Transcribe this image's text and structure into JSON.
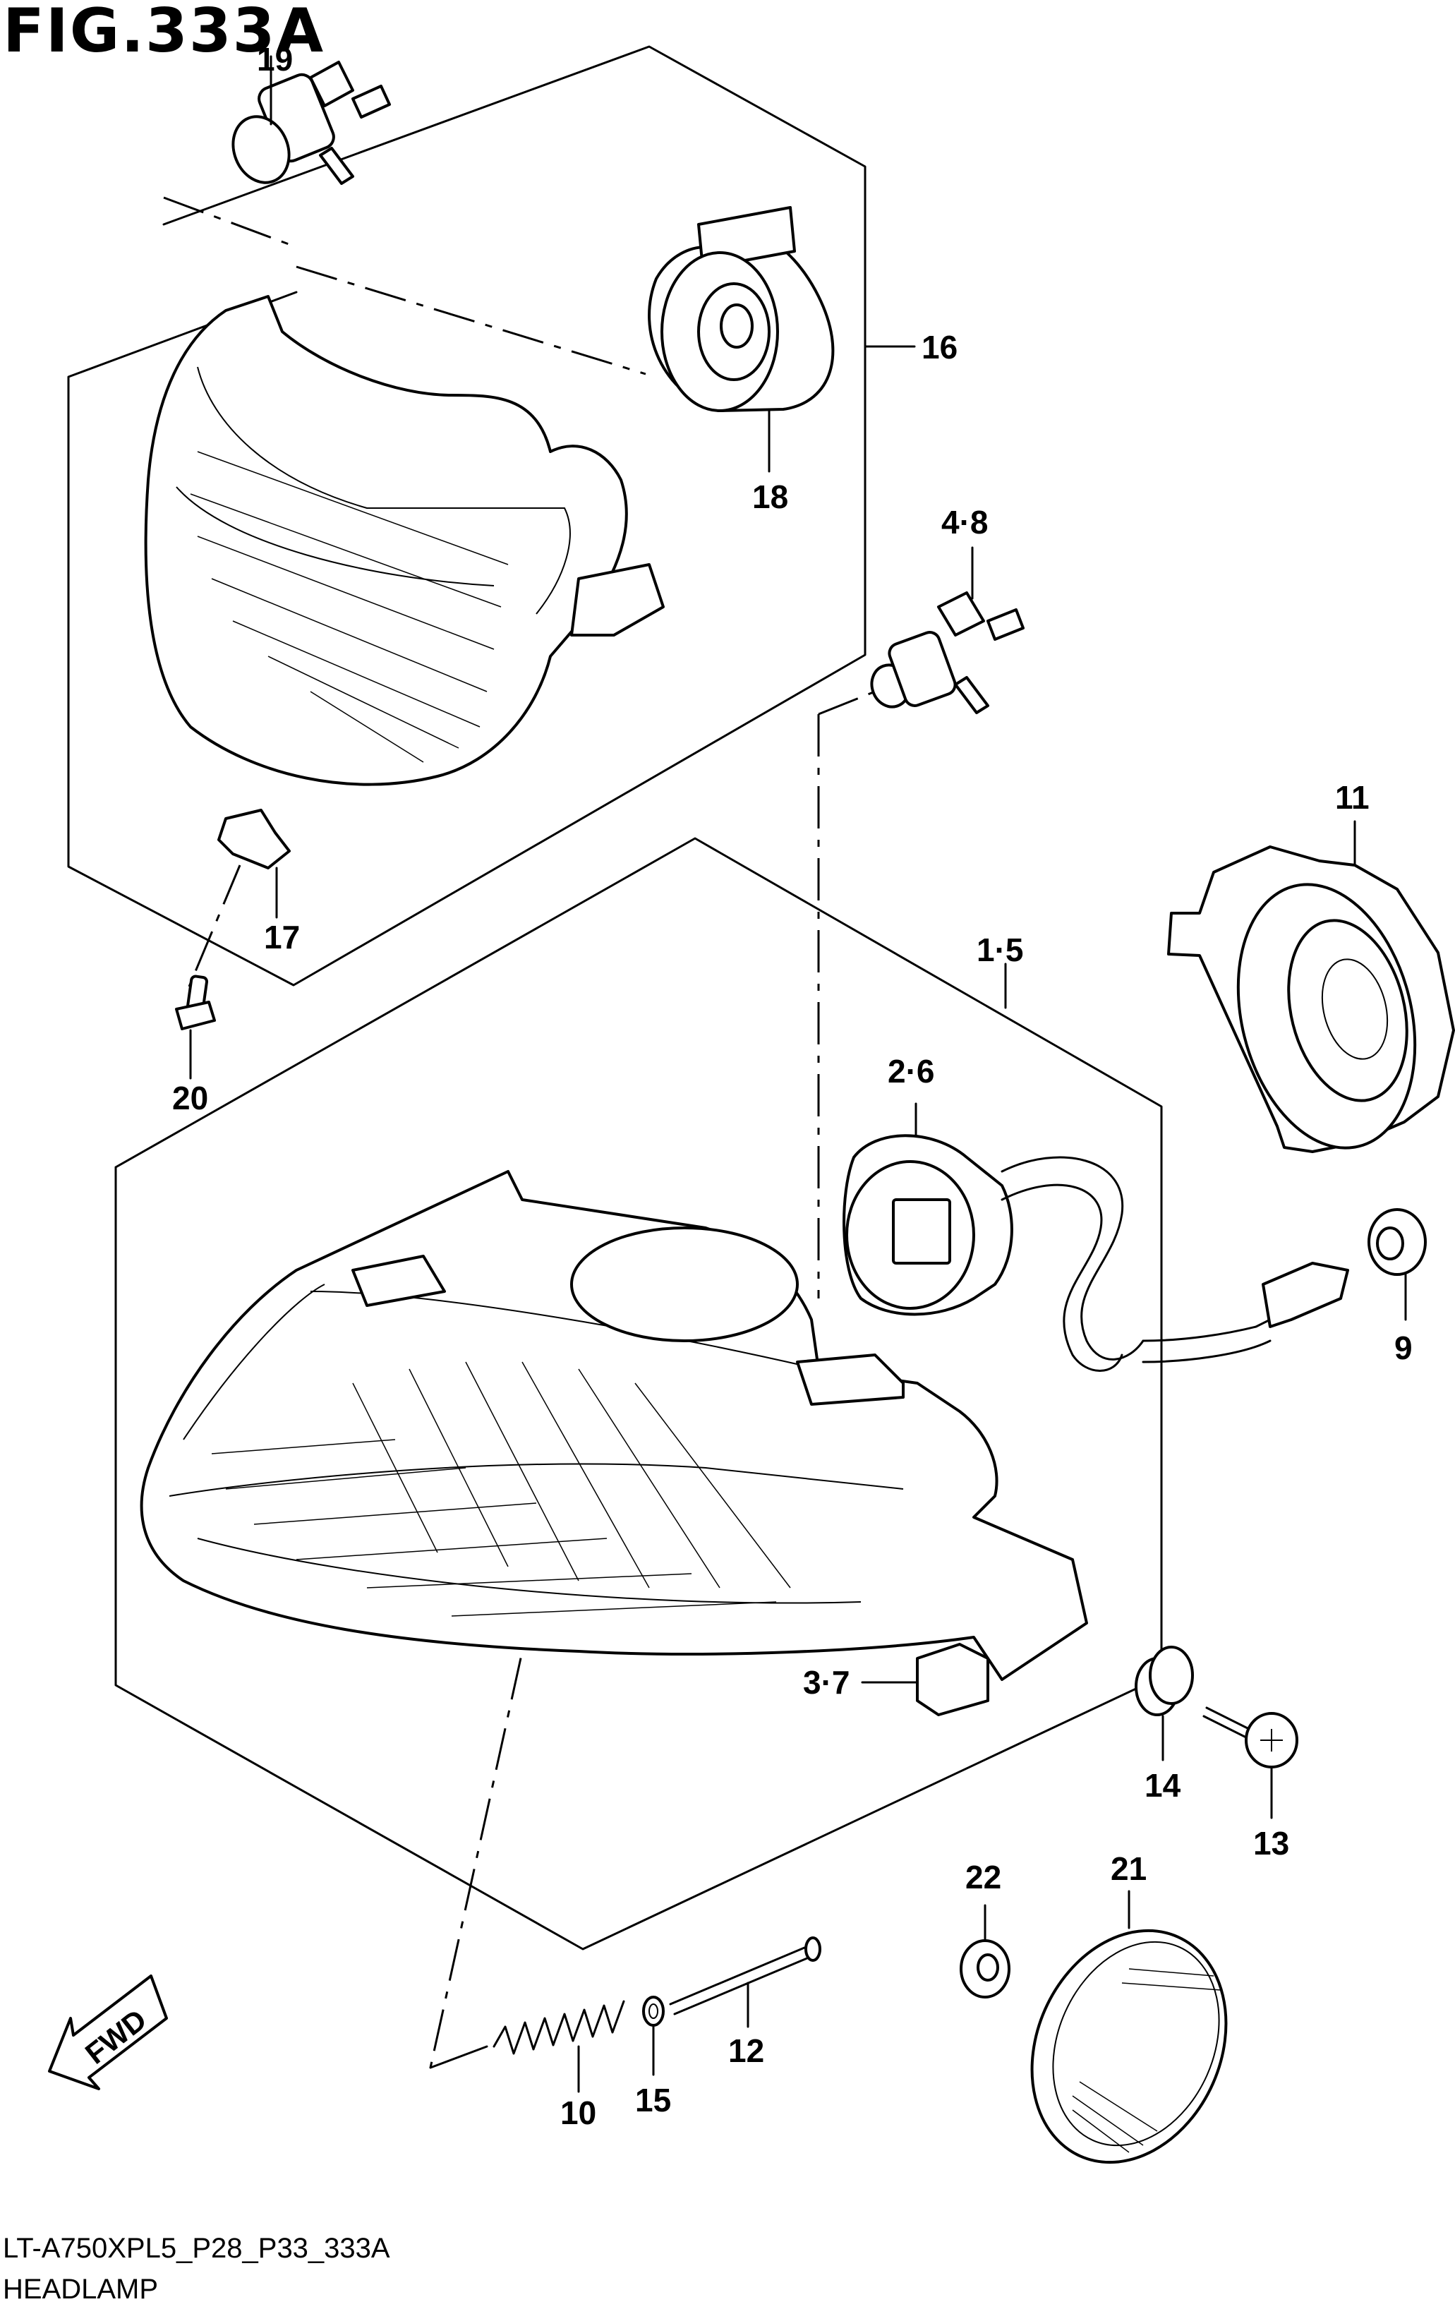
{
  "figure": {
    "title": "FIG.333A",
    "model_code": "LT-A750XPL5_P28_P33_333A",
    "section_name": "HEADLAMP"
  },
  "callouts": {
    "c19": "19",
    "c16": "16",
    "c18": "18",
    "c48": "4·8",
    "c11": "11",
    "c17": "17",
    "c15a": "1·5",
    "c20": "20",
    "c26": "2·6",
    "c9": "9",
    "c37": "3·7",
    "c14": "14",
    "c13": "13",
    "c22": "22",
    "c21": "21",
    "c12": "12",
    "c10": "10",
    "c15": "15"
  },
  "fwd_arrow": {
    "label": "FWD"
  }
}
